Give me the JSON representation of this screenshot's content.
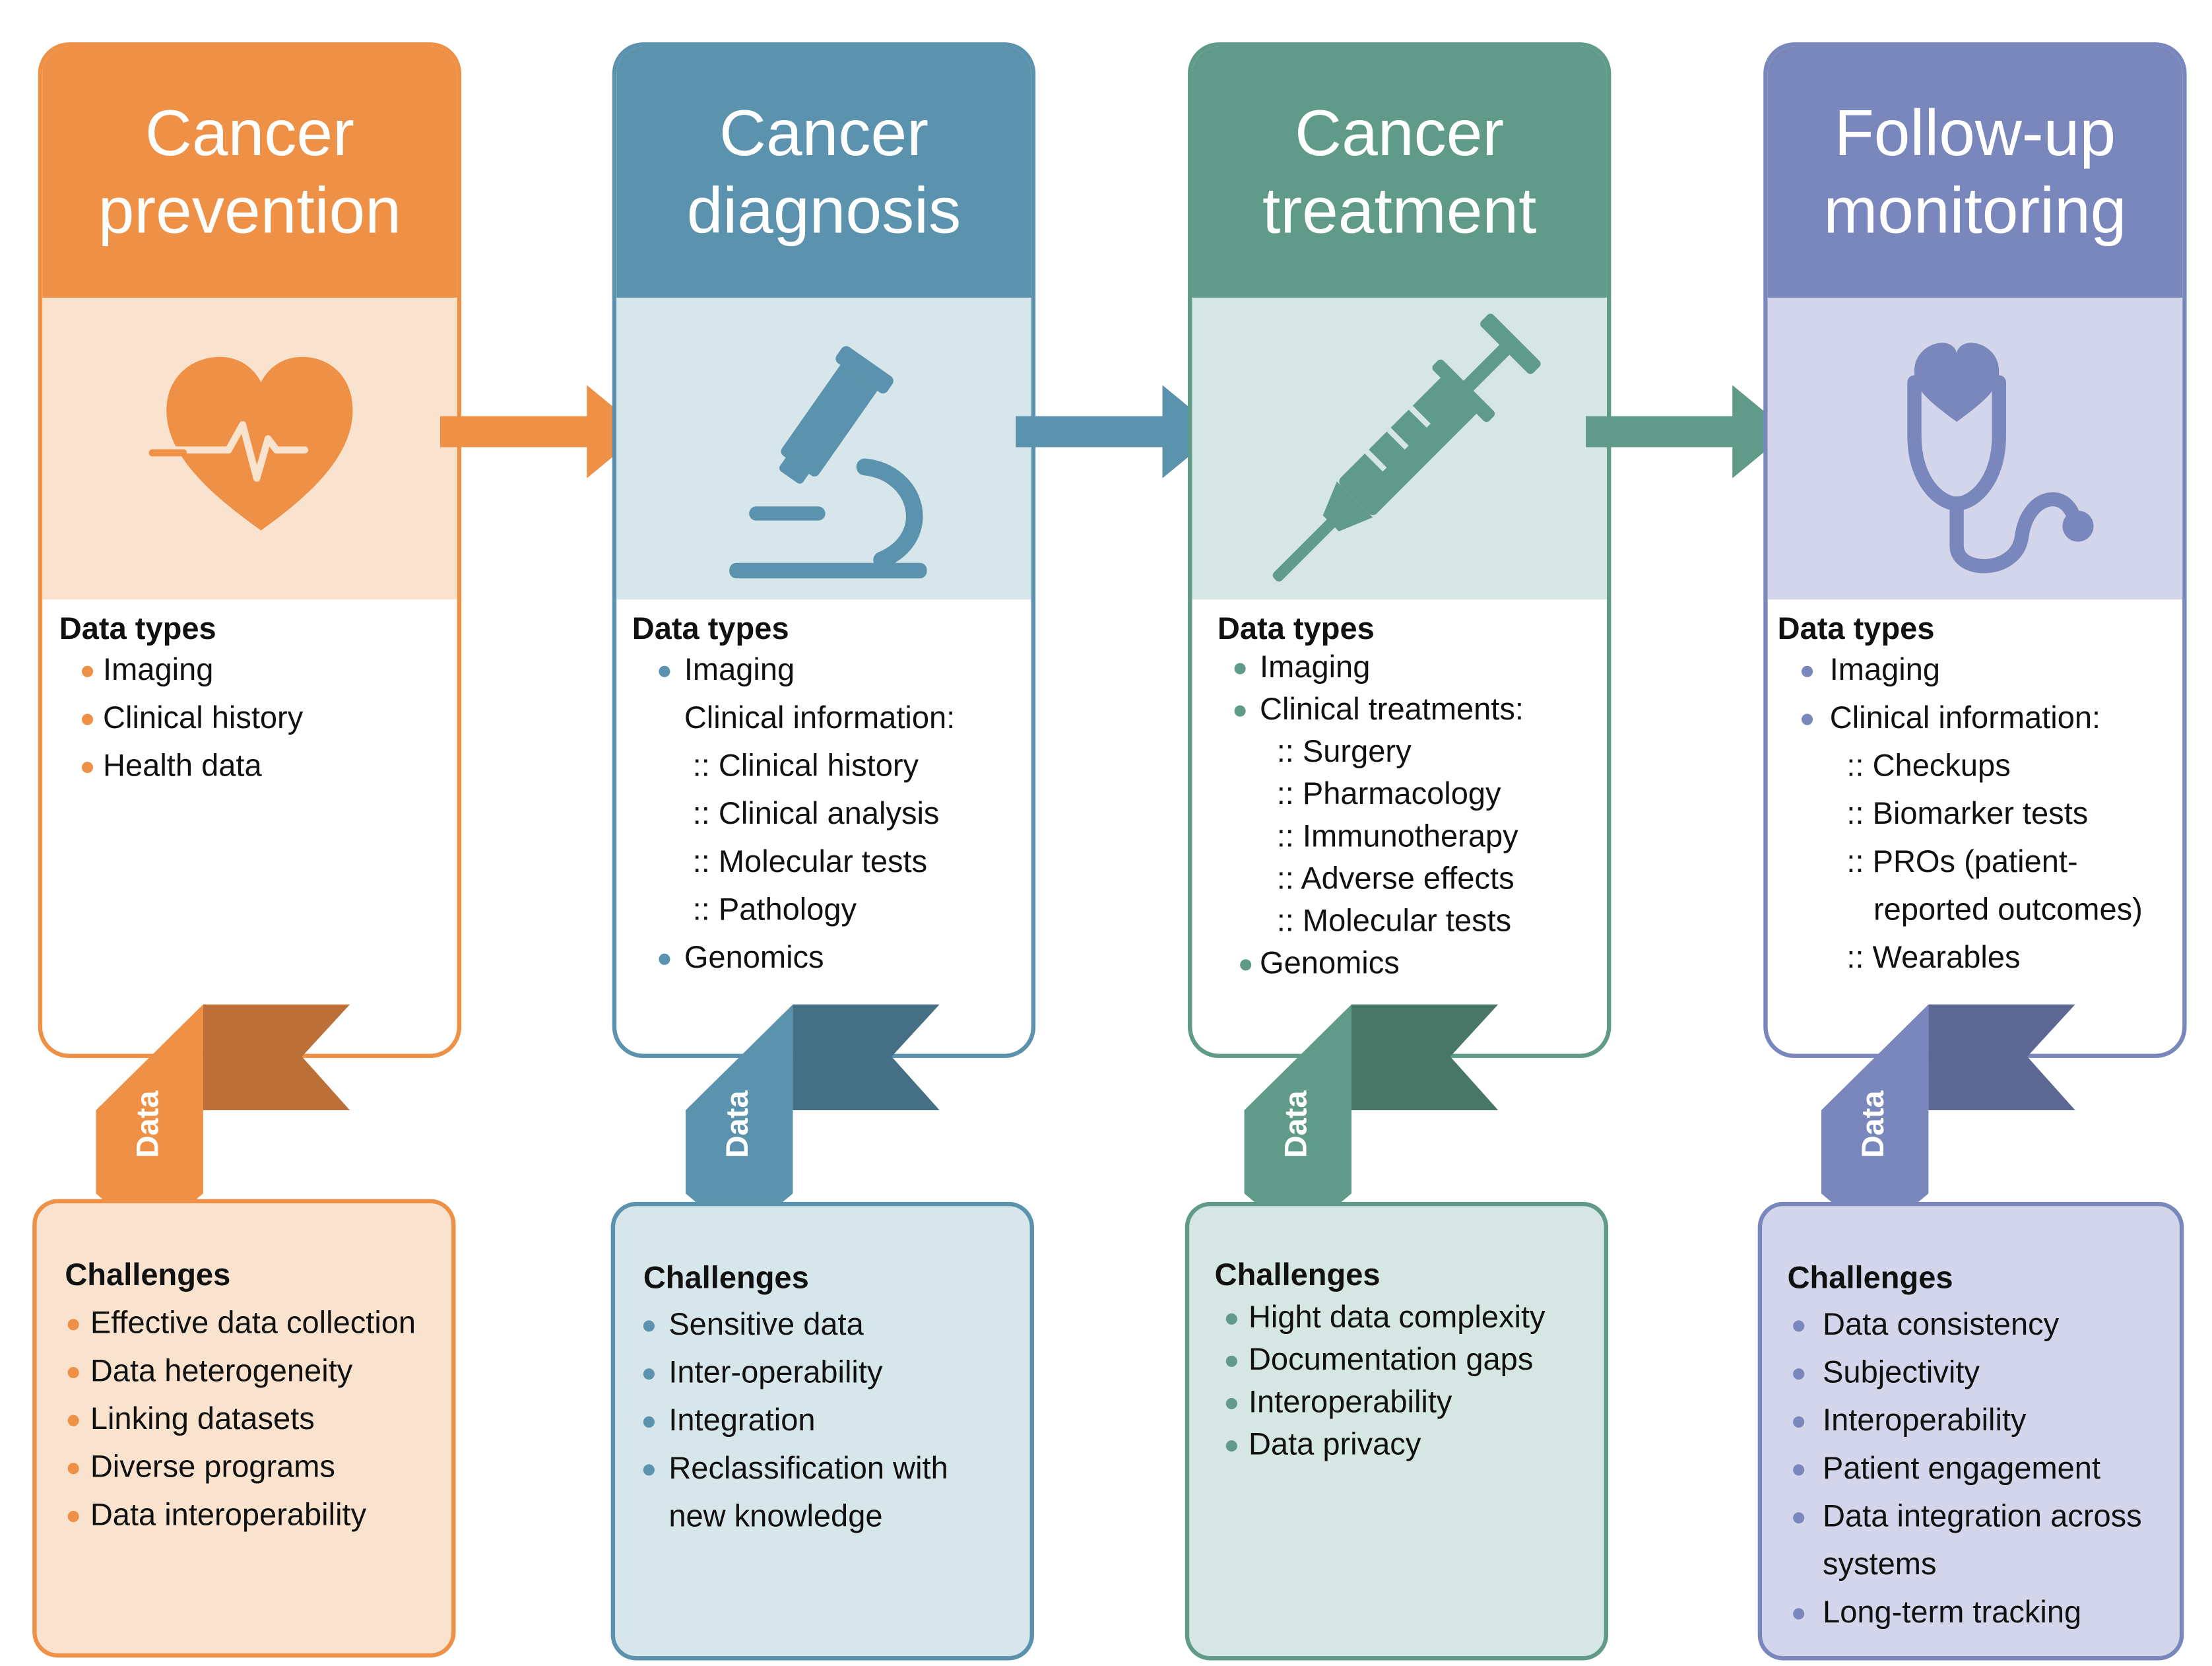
{
  "colors": {
    "prevention": "#ee9045",
    "prevention_light": "#f9e3cf",
    "prevention_dark": "#bc7038",
    "diagnosis": "#5b92ad",
    "diagnosis_light": "#d6e6ea",
    "diagnosis_dark": "#446f84",
    "treatment": "#609a89",
    "treatment_light": "#d5e6e3",
    "treatment_dark": "#487768",
    "followup": "#7987bd",
    "followup_light": "#d3d5ea",
    "followup_dark": "#5c6893"
  },
  "stages": [
    {
      "title_line1": "Cancer",
      "title_line2": "prevention",
      "icon": "heart-pulse-icon",
      "data_types_label": "Data types",
      "data_types": [
        "Imaging",
        "Clinical history",
        "Health data"
      ],
      "ribbon_label": "Data",
      "challenges_label": "Challenges",
      "challenges": [
        "Effective data collection",
        "Data heterogeneity",
        "Linking datasets",
        "Diverse programs",
        "Data interoperability"
      ]
    },
    {
      "title_line1": "Cancer",
      "title_line2": "diagnosis",
      "icon": "microscope-icon",
      "data_types_label": "Data types",
      "data_types": [
        "Imaging",
        "Clinical information:",
        ":: Clinical history",
        ":: Clinical analysis",
        ":: Molecular tests",
        ":: Pathology",
        "Genomics"
      ],
      "ribbon_label": "Data",
      "challenges_label": "Challenges",
      "challenges": [
        "Sensitive data",
        "Inter-operability",
        "Integration",
        "Reclassification with",
        "new knowledge"
      ]
    },
    {
      "title_line1": "Cancer",
      "title_line2": "treatment",
      "icon": "syringe-icon",
      "data_types_label": "Data types",
      "data_types": [
        "Imaging",
        "Clinical treatments:",
        ":: Surgery",
        ":: Pharmacology",
        ":: Immunotherapy",
        ":: Adverse effects",
        ":: Molecular tests",
        "Genomics"
      ],
      "ribbon_label": "Data",
      "challenges_label": "Challenges",
      "challenges": [
        "Hight data complexity",
        "Documentation gaps",
        "Interoperability",
        "Data privacy"
      ]
    },
    {
      "title_line1": "Follow-up",
      "title_line2": "monitoring",
      "icon": "stethoscope-icon",
      "data_types_label": "Data types",
      "data_types": [
        "Imaging",
        "Clinical information:",
        ":: Checkups",
        ":: Biomarker tests",
        ":: PROs (patient-",
        "reported outcomes)",
        ":: Wearables"
      ],
      "ribbon_label": "Data",
      "challenges_label": "Challenges",
      "challenges": [
        "Data consistency",
        "Subjectivity",
        "Interoperability",
        "Patient engagement",
        "Data integration across",
        "systems",
        "Long-term tracking"
      ]
    }
  ]
}
